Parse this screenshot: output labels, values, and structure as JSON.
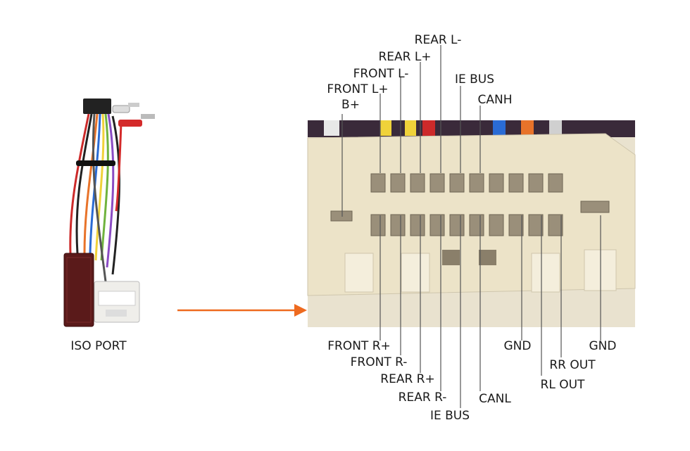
{
  "left_caption": "ISO PORT",
  "connector": {
    "top_labels": {
      "rear_l_minus": "REAR L-",
      "rear_l_plus": "REAR L+",
      "front_l_minus": "FRONT L-",
      "ie_bus": "IE BUS",
      "front_l_plus": "FRONT L+",
      "canh": "CANH",
      "b_plus": "B+"
    },
    "bottom_labels": {
      "front_r_plus": "FRONT R+",
      "gnd_left": "GND",
      "gnd_right": "GND",
      "front_r_minus": "FRONT R-",
      "rr_out": "RR OUT",
      "rear_r_plus": "REAR R+",
      "rl_out": "RL OUT",
      "rear_r_minus": "REAR R-",
      "canl": "CANL",
      "ie_bus": "IE BUS"
    }
  },
  "colors": {
    "arrow": "#ee6a1f",
    "connector_body": "#ece3c8",
    "wire_harness": "#222222",
    "module_box": "#5a1a1a"
  }
}
